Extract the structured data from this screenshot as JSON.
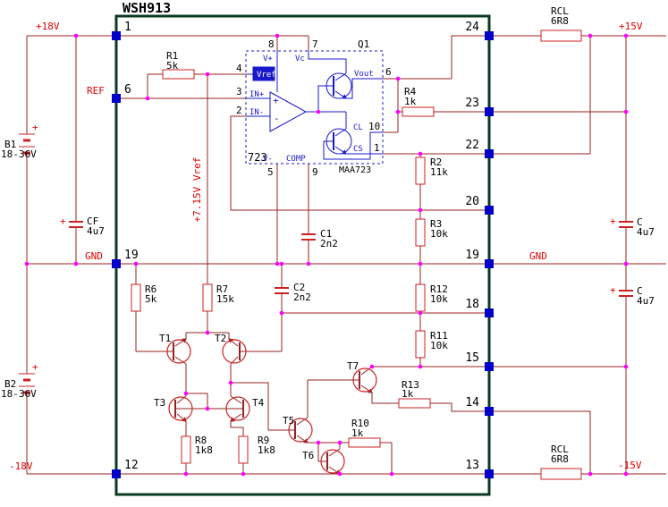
{
  "title": "WSH913",
  "labels": {
    "p18": "+18V",
    "n18": "-18V",
    "p15": "+15V",
    "n15": "-15V",
    "gnd_left": "GND",
    "gnd_right": "GND",
    "ref": "REF",
    "vref_rail": "+7.15V Vref"
  },
  "pins": {
    "left": [
      "1",
      "6",
      "19",
      "12"
    ],
    "right": [
      "24",
      "23",
      "22",
      "20",
      "19",
      "18",
      "15",
      "14",
      "13"
    ]
  },
  "ic": {
    "name": "723",
    "part": "MAA723",
    "q1": "Q1",
    "vref_block": "Vref",
    "plus": "+",
    "minus": "-",
    "pin_names": {
      "vplus": "V+",
      "vc": "Vc",
      "inp": "IN+",
      "inn": "IN-",
      "vout": "Vout",
      "cl": "CL",
      "cs": "CS",
      "vminus": "V-",
      "comp": "COMP"
    },
    "pin_numbers": {
      "vplus": "8",
      "vc": "7",
      "vref": "4",
      "inp": "3",
      "inn": "2",
      "vout": "6",
      "cl": "10",
      "cs": "1",
      "vminus": "5",
      "comp": "9"
    }
  },
  "components": {
    "r1": {
      "ref": "R1",
      "val": "5k"
    },
    "r2": {
      "ref": "R2",
      "val": "11k"
    },
    "r3": {
      "ref": "R3",
      "val": "10k"
    },
    "r4": {
      "ref": "R4",
      "val": "1k"
    },
    "r6": {
      "ref": "R6",
      "val": "5k"
    },
    "r7": {
      "ref": "R7",
      "val": "15k"
    },
    "r8": {
      "ref": "R8",
      "val": "1k8"
    },
    "r9": {
      "ref": "R9",
      "val": "1k8"
    },
    "r10": {
      "ref": "R10",
      "val": "1k"
    },
    "r11": {
      "ref": "R11",
      "val": "10k"
    },
    "r12": {
      "ref": "R12",
      "val": "10k"
    },
    "r13": {
      "ref": "R13",
      "val": "1k"
    },
    "rcl_top": {
      "ref": "RCL",
      "val": "6R8"
    },
    "rcl_bot": {
      "ref": "RCL",
      "val": "6R8"
    },
    "c1": {
      "ref": "C1",
      "val": "2n2"
    },
    "c2": {
      "ref": "C2",
      "val": "2n2"
    },
    "cf": {
      "ref": "CF",
      "val": "4u7",
      "plus": "+"
    },
    "c_top": {
      "ref": "C",
      "val": "4u7",
      "plus": "+"
    },
    "c_bot": {
      "ref": "C",
      "val": "4u7",
      "plus": "+"
    },
    "b1": {
      "ref": "B1",
      "val": "18-36V",
      "plus": "+"
    },
    "b2": {
      "ref": "B2",
      "val": "18-36V",
      "plus": "+"
    },
    "t1": "T1",
    "t2": "T2",
    "t3": "T3",
    "t4": "T4",
    "t5": "T5",
    "t6": "T6",
    "t7": "T7"
  },
  "colors": {
    "wire": "#992020",
    "component": "#cc2222",
    "junction": "#ff00ff",
    "pin_square": "#0000c8",
    "module_border": "#0a3a22",
    "ic_blue": "#1818cc",
    "label_red": "#e00000",
    "text": "#000000",
    "background": "#ffffff"
  }
}
